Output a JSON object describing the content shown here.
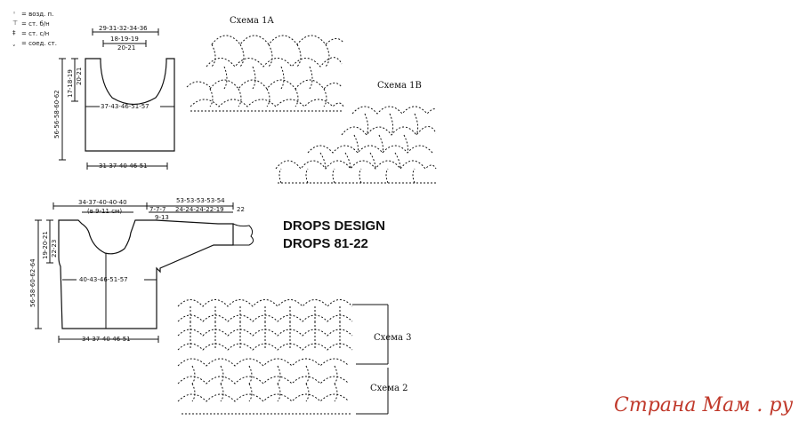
{
  "legend": [
    {
      "symbol": "◦",
      "label": "= возд. п."
    },
    {
      "symbol": "⊤",
      "label": "= ст. б/н"
    },
    {
      "symbol": "‡",
      "label": "= ст. с/н"
    },
    {
      "symbol": "ˬ",
      "label": "= соед. ст."
    }
  ],
  "top_piece": {
    "width_top": "29-31-32-34-36",
    "strap_line1": "18-19-19",
    "strap_line2": "20-21",
    "height_total": "56-56-58-60-62",
    "armhole_line1": "17-18-19",
    "armhole_line2": "20-21",
    "body_width": "37-43-46-51-57",
    "bottom_width": "31-37-40-46-51"
  },
  "cardigan": {
    "front_width": "34-37-40-40-40",
    "neck_note": "(в 9-11 см)",
    "sleeve_top": "53-53-53-53-54",
    "cuff1": "7-7-7",
    "cuff1b": "9-13",
    "sleeve_mid": "24-24-24-22-19",
    "cuff_end": "22",
    "height_total": "56-58-60-62-64",
    "armhole_line1": "19-20-21",
    "armhole_line2": "22-23",
    "body_width": "40-43-46-51-57",
    "bottom_width": "34-37-40-46-51"
  },
  "schemes": {
    "s1a": "Схема 1A",
    "s1b": "Схема 1B",
    "s3": "Схема 3",
    "s2": "Схема 2"
  },
  "design": {
    "line1": "DROPS DESIGN",
    "line2": "DROPS 81-22"
  },
  "watermark": "Страна Мам . ру",
  "colors": {
    "ink": "#111111",
    "watermark": "#c0392b",
    "background": "#ffffff"
  }
}
